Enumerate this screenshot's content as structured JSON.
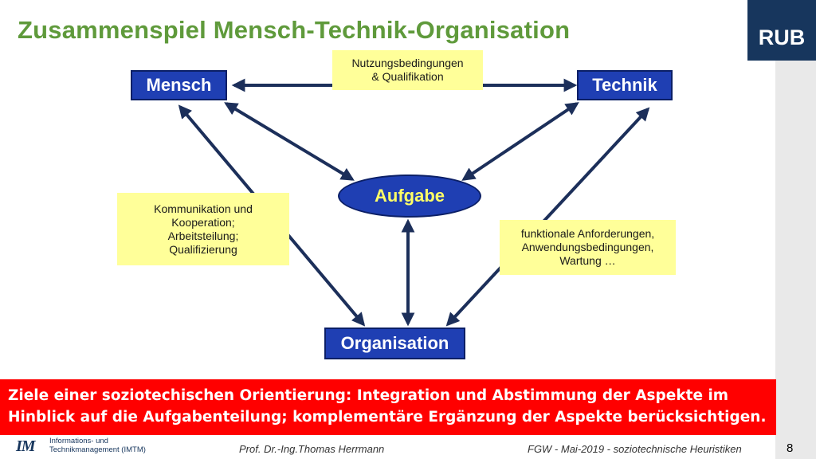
{
  "slide": {
    "title": "Zusammenspiel Mensch-Technik-Organisation",
    "logo": "RUB"
  },
  "nodes": {
    "mensch": "Mensch",
    "technik": "Technik",
    "aufgabe": "Aufgabe",
    "organisation": "Organisation"
  },
  "notes": {
    "top": [
      "Nutzungsbedingungen",
      "& Qualifikation"
    ],
    "left": [
      "Kommunikation und",
      "Kooperation;",
      "Arbeitsteilung;",
      "Qualifizierung"
    ],
    "right": [
      "funktionale Anforderungen,",
      "Anwendungsbedingungen,",
      "Wartung  …"
    ]
  },
  "banner": {
    "line1": "Ziele einer soziotechischen Orientierung: Integration und Abstimmung der Aspekte im",
    "line2": "Hinblick auf die Aufgabenteilung; komplementäre Ergänzung der Aspekte berücksichtigen."
  },
  "footer": {
    "logo_mark": "IM",
    "logo_line1": "Informations- und",
    "logo_line2": "Technikmanagement (IMTM)",
    "author": "Prof. Dr.-Ing.Thomas Herrmann",
    "event": "FGW - Mai-2019   -   soziotechnische Heuristiken",
    "page": "8"
  },
  "colors": {
    "title": "#5f9a3b",
    "node_fill": "#1f3fb3",
    "arrow": "#1c2f5a",
    "note_fill": "#ffff99",
    "banner": "#ff0000",
    "logo_bg": "#17365d"
  }
}
